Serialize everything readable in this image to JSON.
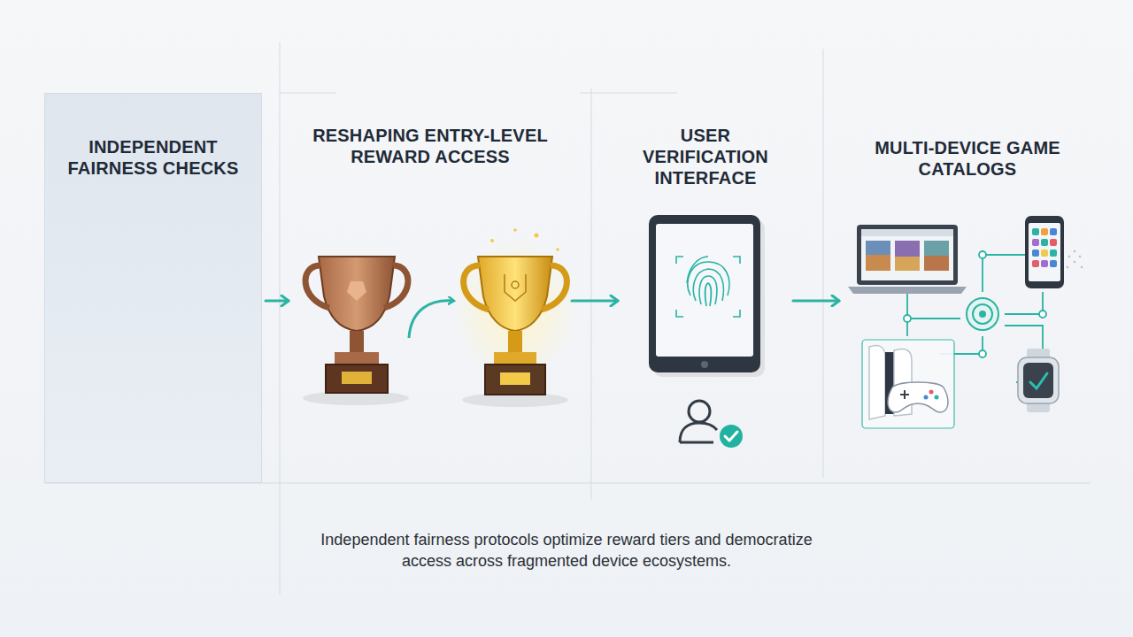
{
  "diagram": {
    "caption": "Independent fairness protocols optimize reward tiers and democratize access across fragmented device ecosystems.",
    "nodes": [
      {
        "text": [
          "INDEPENDENT FAIRNESS CHECKS"
        ]
      },
      {
        "text": [
          "RESHAPING ENTRY-LEVEL REWARD ACCESS"
        ]
      },
      {
        "text": [
          "USER VERIFICATION INTERFACE"
        ]
      },
      {
        "text": [
          "MULTI-DEVICE GAME CATALOGS"
        ]
      }
    ],
    "edges": [
      {
        "from": 0,
        "to": 1,
        "arrow": "to"
      },
      {
        "from": 1,
        "to": 2,
        "arrow": "to"
      },
      {
        "from": 2,
        "to": 3,
        "arrow": "to"
      }
    ]
  }
}
